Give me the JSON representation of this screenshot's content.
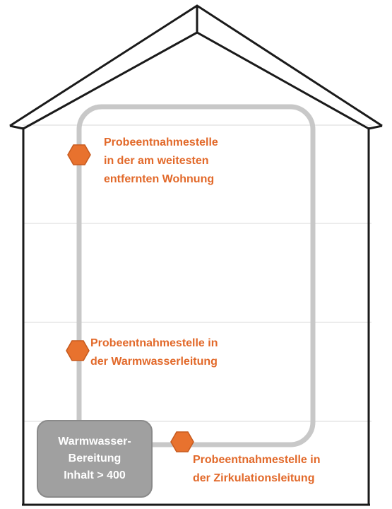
{
  "colors": {
    "accent": "#e2692a",
    "pipe": "#c8c8c8",
    "outline": "#1a1a1a",
    "floor_line": "#e6e6e6",
    "tank_fill": "#a0a0a0",
    "tank_text": "#ffffff"
  },
  "house": {
    "floors": 4
  },
  "sampling_points": [
    {
      "lines": [
        "Probeentnahmestelle",
        "in der am weitesten",
        "entfernten Wohnung"
      ]
    },
    {
      "lines": [
        "Probeentnahmestelle in",
        "der Warmwasserleitung"
      ]
    },
    {
      "lines": [
        "Probeentnahmestelle in",
        "der Zirkulationsleitung"
      ]
    }
  ],
  "tank": {
    "lines": [
      "Warmwasser-",
      "Bereitung",
      "Inhalt > 400"
    ]
  },
  "markers": [
    {
      "icon": "hexagon-marker-icon"
    },
    {
      "icon": "hexagon-marker-icon"
    },
    {
      "icon": "hexagon-marker-icon"
    }
  ]
}
